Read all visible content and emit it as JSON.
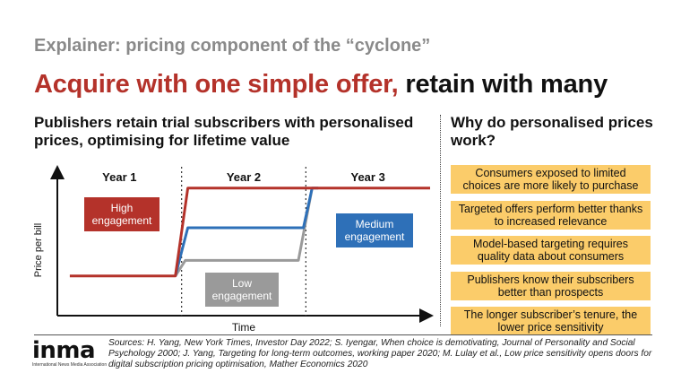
{
  "slide": {
    "kicker": "Explainer: pricing component of the “cyclone”",
    "headline_red": "Acquire with one simple offer,",
    "headline_black": " retain with many",
    "left_subtitle": "Publishers retain trial subscribers with personalised prices, optimising for lifetime value",
    "right_subtitle": "Why do personalised prices work?"
  },
  "colors": {
    "accent_red": "#b4322a",
    "high": "#b4322a",
    "medium": "#2e70b8",
    "low": "#9a9a9a",
    "reason_fill": "#fbcc6a"
  },
  "chart_data": {
    "type": "line",
    "xlabel": "Time",
    "ylabel": "Price per bill",
    "axis_ticks": "none",
    "x_sections": [
      "Year 1",
      "Year 2",
      "Year 3"
    ],
    "xlim": [
      0,
      3
    ],
    "ylim": [
      0,
      1
    ],
    "section_boundaries": [
      1,
      2
    ],
    "series": [
      {
        "name": "High engagement",
        "color": "#b4322a",
        "x": [
          0.1,
          0.95,
          1.05,
          3.0
        ],
        "y": [
          0.28,
          0.28,
          0.9,
          0.9
        ]
      },
      {
        "name": "Medium engagement",
        "color": "#2e70b8",
        "x": [
          0.95,
          1.05,
          1.98,
          2.05,
          2.1
        ],
        "y": [
          0.28,
          0.62,
          0.62,
          0.9,
          0.9
        ]
      },
      {
        "name": "Low engagement",
        "color": "#9a9a9a",
        "x": [
          0.95,
          1.03,
          1.94,
          2.05
        ],
        "y": [
          0.28,
          0.39,
          0.39,
          0.9
        ]
      }
    ]
  },
  "reasons": [
    "Consumers exposed to limited choices are more likely to purchase",
    "Targeted offers perform better thanks to increased relevance",
    "Model-based targeting requires quality data about consumers",
    "Publishers know their subscribers better than prospects",
    "The longer subscriber’s tenure, the lower price sensitivity"
  ],
  "footer": {
    "logo_word": "inma",
    "logo_sub": "International News Media Association",
    "sources": "Sources: H. Yang, New York Times, Investor Day 2022; S. Iyengar, When choice is demotivating, Journal of Personality and Social Psychology 2000; J. Yang, Targeting for long-term outcomes, working paper 2020; M. Lulay et al., Low price sensitivity opens doors for digital subscription pricing optimisation, Mather Economics 2020"
  }
}
